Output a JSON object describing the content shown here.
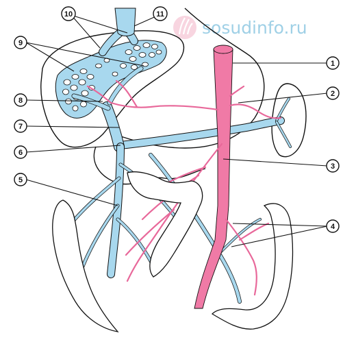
{
  "watermark": {
    "text": "sosudinfo.ru",
    "logo": "hearts-vessels-logo"
  },
  "callouts": [
    "1",
    "2",
    "3",
    "4",
    "5",
    "6",
    "7",
    "8",
    "9",
    "10",
    "11"
  ],
  "colors": {
    "vein": "#a8d8ee",
    "artery": "#f07aa6",
    "outline": "#111111",
    "watermark": "#9fd0e6"
  }
}
